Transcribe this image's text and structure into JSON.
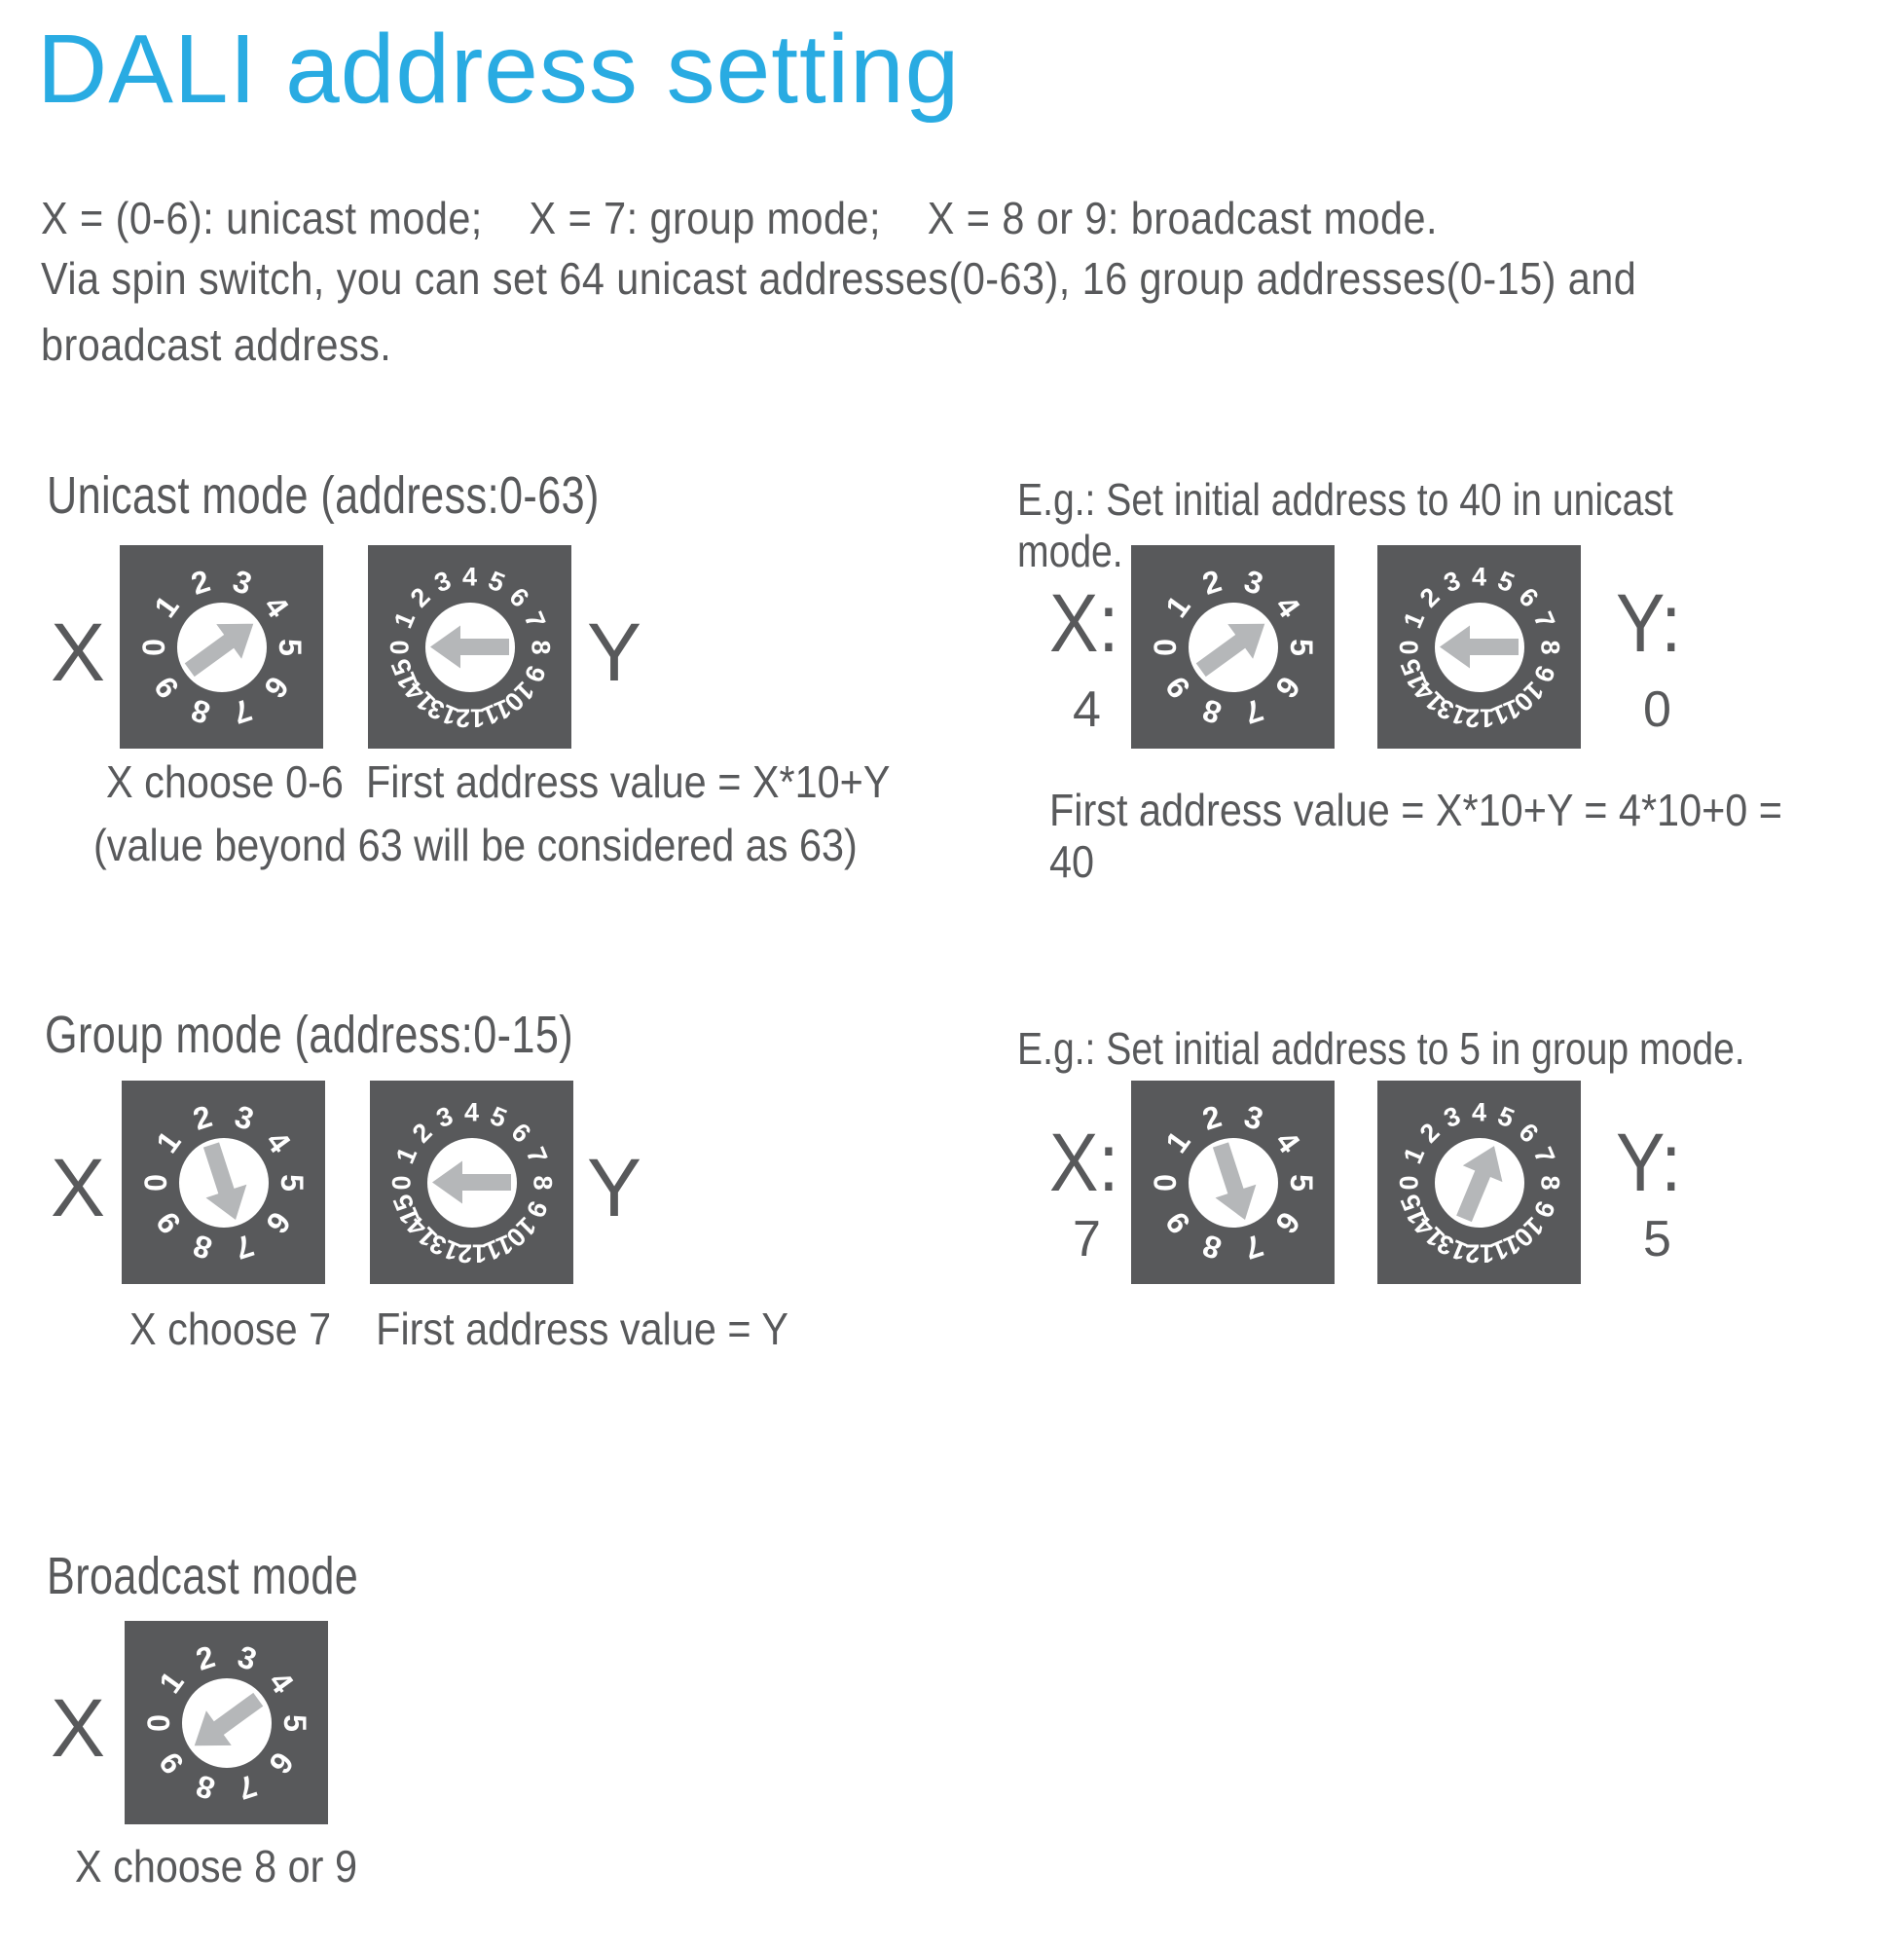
{
  "colors": {
    "accent": "#29abe2",
    "text": "#58595b",
    "switch_bg": "#58595b",
    "dial": "#ffffff",
    "arrow": "#b5b7b9"
  },
  "title": "DALI address setting",
  "intro": {
    "line1": "X = (0-6): unicast mode;    X = 7: group mode;    X = 8 or 9: broadcast mode.",
    "paragraph": "Via spin switch, you can set 64 unicast addresses(0-63), 16 group addresses(0-15) and\nbroadcast address."
  },
  "dials": {
    "ten": {
      "labels": [
        "0",
        "1",
        "2",
        "3",
        "4",
        "5",
        "6",
        "7",
        "8",
        "9"
      ],
      "font": 32,
      "radius": 70
    },
    "sixteen": {
      "labels": [
        "0",
        "1",
        "2",
        "3",
        "4",
        "5",
        "6",
        "7",
        "8",
        "9",
        "10",
        "11",
        "12",
        "13",
        "14",
        "15"
      ],
      "font": 27,
      "radius": 72
    }
  },
  "unicast": {
    "heading": "Unicast mode (address:0-63)",
    "x_label": "X",
    "y_label": "Y",
    "switch_x": {
      "dial": "ten",
      "angle": 54
    },
    "switch_y": {
      "dial": "sixteen",
      "angle": 270
    },
    "caption_line1": "X choose 0-6  First address value = X*10+Y",
    "caption_line2": "(value beyond 63 will be considered as 63)",
    "example": {
      "heading": "E.g.: Set initial address to 40 in unicast mode.",
      "x_label": "X:",
      "x_value": "4",
      "y_label": "Y:",
      "y_value": "0",
      "switch_x": {
        "dial": "ten",
        "angle": 54
      },
      "switch_y": {
        "dial": "sixteen",
        "angle": 270
      },
      "formula": "First address value = X*10+Y = 4*10+0 = 40"
    }
  },
  "group": {
    "heading": "Group mode (address:0-15)",
    "x_label": "X",
    "y_label": "Y",
    "switch_x": {
      "dial": "ten",
      "angle": 162
    },
    "switch_y": {
      "dial": "sixteen",
      "angle": 270
    },
    "caption": "X choose 7    First address value = Y",
    "example": {
      "heading": "E.g.: Set initial address to 5 in group mode.",
      "x_label": "X:",
      "x_value": "7",
      "y_label": "Y:",
      "y_value": "5",
      "switch_x": {
        "dial": "ten",
        "angle": 162
      },
      "switch_y": {
        "dial": "sixteen",
        "angle": 22.5
      }
    }
  },
  "broadcast": {
    "heading": "Broadcast mode",
    "x_label": "X",
    "switch_x": {
      "dial": "ten",
      "angle": 234
    },
    "caption": "X choose 8 or 9"
  }
}
